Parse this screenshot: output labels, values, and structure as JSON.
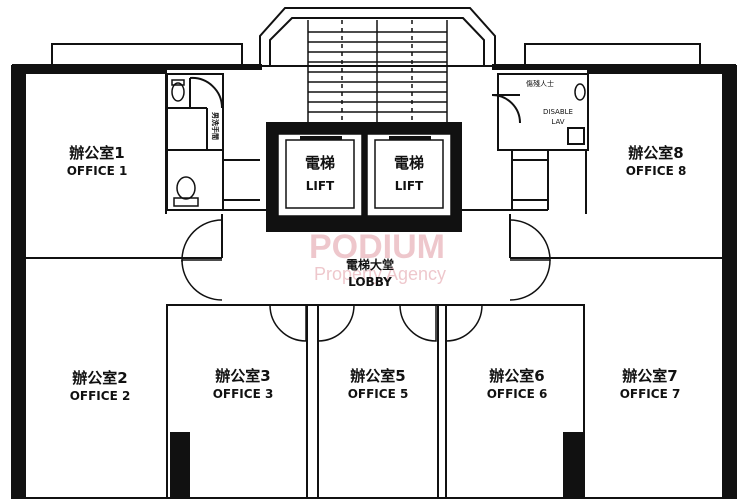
{
  "rooms": [
    {
      "id": "office1",
      "cn": "辦公室1",
      "en": "OFFICE 1"
    },
    {
      "id": "office2",
      "cn": "辦公室2",
      "en": "OFFICE 2"
    },
    {
      "id": "office3",
      "cn": "辦公室3",
      "en": "OFFICE 3"
    },
    {
      "id": "office5",
      "cn": "辦公室5",
      "en": "OFFICE 5"
    },
    {
      "id": "office6",
      "cn": "辦公室6",
      "en": "OFFICE 6"
    },
    {
      "id": "office7",
      "cn": "辦公室7",
      "en": "OFFICE 7"
    },
    {
      "id": "office8",
      "cn": "辦公室8",
      "en": "OFFICE 8"
    }
  ],
  "lifts": [
    {
      "cn": "電梯",
      "en": "LIFT"
    },
    {
      "cn": "電梯",
      "en": "LIFT"
    }
  ],
  "lobby": {
    "cn": "電梯大堂",
    "en": "LOBBY"
  },
  "mens_toilet": {
    "cn": "男洗手間"
  },
  "disabled_lav": {
    "cn": "傷殘人士",
    "line1": "DISABLE",
    "line2": "LAV"
  },
  "watermark": {
    "brand": "PODIUM",
    "sub": "Property Agency"
  }
}
